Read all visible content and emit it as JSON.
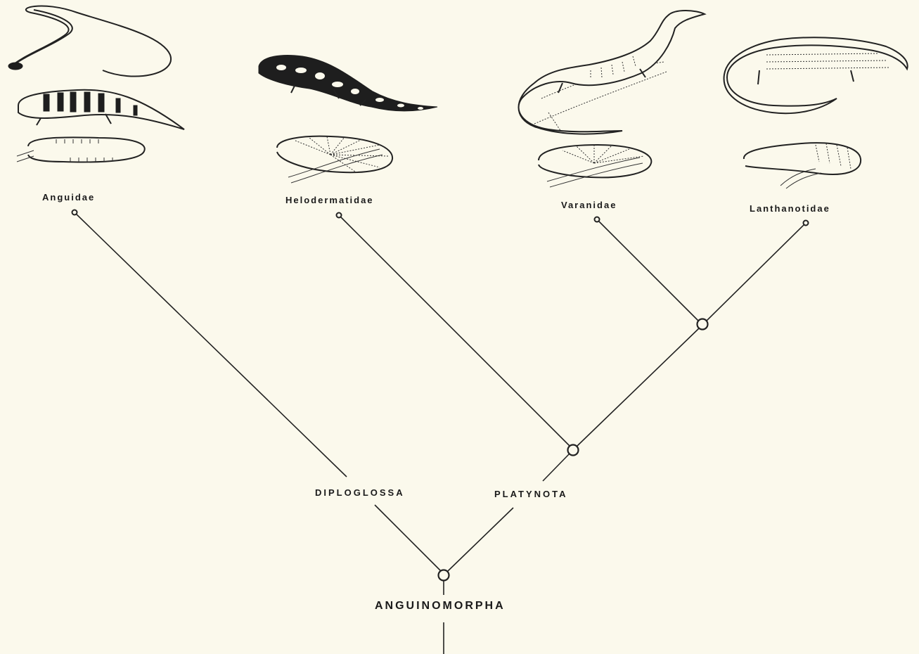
{
  "taxa": {
    "anguidae": "Anguidae",
    "helodermatidae": "Helodermatidae",
    "varanidae": "Varanidae",
    "lanthanotidae": "Lanthanotidae"
  },
  "clades": {
    "diploglossa": "DIPLOGLOSSA",
    "platynota": "PLATYNOTA",
    "anguinomorpha": "ANGUINOMORPHA"
  },
  "colors": {
    "background": "#fbf9ec",
    "ink": "#222222"
  }
}
